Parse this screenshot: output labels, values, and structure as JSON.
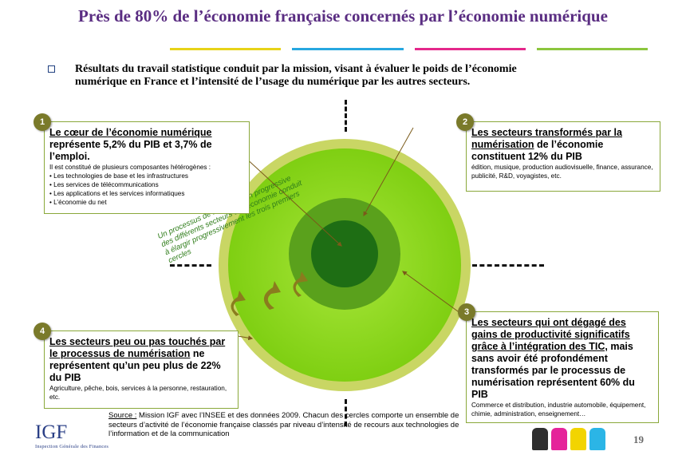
{
  "title": "Près de 80% de l’économie française concernés par l’économie numérique",
  "rules": [
    "#e7d318",
    "#27a7e0",
    "#e4288b",
    "#8cc63e"
  ],
  "intro": {
    "line1": "Résultats du travail statistique conduit par la mission, visant à évaluer le poids de l’économie",
    "line2": "numérique en France et l’intensité de l’usage du numérique par les autres secteurs."
  },
  "box1": {
    "number": "1",
    "head_u": "Le cœur de l’économie numérique",
    "head_rest": " représente 5,2% du PIB et 3,7% de l’emploi.",
    "body": "Il est constitué de plusieurs composantes hétérogènes :",
    "items": [
      "Les technologies de base et les infrastructures",
      "Les services de télécommunications",
      "Les applications et les services informatiques",
      "L’économie du net"
    ]
  },
  "box2": {
    "number": "2",
    "head_u": "Les secteurs transformés par la numérisation",
    "head_rest": " de l’économie constituent 12% du PIB",
    "body": "édition, musique, production audiovisuelle, finance, assurance, publicité, R&D, voyagistes, etc."
  },
  "box3": {
    "number": "3",
    "head_u": "Les secteurs qui ont dégagé des gains de productivité significatifs grâce à l’intégration des TIC,",
    "head_rest": " mais sans avoir été profondément transformés par le processus de numérisation représentent 60% du PIB",
    "body": "Commerce et distribution, industrie automobile, équipement, chimie, administration, enseignement…"
  },
  "box4": {
    "number": "4",
    "head_u": "Les secteurs peu ou pas touchés par le processus de numérisation",
    "head_rest": " ne représentent qu’un peu plus de 22% du PIB",
    "body": "Agriculture, pêche, bois, services à la personne, restauration, etc."
  },
  "arrow_text": {
    "line1": "Un processus de numérisation progressive",
    "line2": "des différents secteurs de l’économie conduit",
    "line3": "à élargir progressivement les trois premiers",
    "line4": "cercles"
  },
  "source": {
    "label": "Source :",
    "text": " Mission IGF avec l’INSEE et des données 2009. Chacun des cercles comporte un ensemble de secteurs d’activité de l’économie française classés par niveau d’intensité de recours aux technologies de l’information et de la communication"
  },
  "logo": {
    "big": "IGF",
    "small": "Inspection Générale des Finances"
  },
  "page_number": "19",
  "colors": {
    "title": "#5a2d82",
    "ring_outer": "#c9d664",
    "ring_mid": "#8fd41a",
    "ring_inner": "#5aa11c",
    "ring_core": "#1e6e14",
    "person_colors": [
      "#2f2f2f",
      "#e5239a",
      "#f2d400",
      "#2bb5e6"
    ]
  }
}
